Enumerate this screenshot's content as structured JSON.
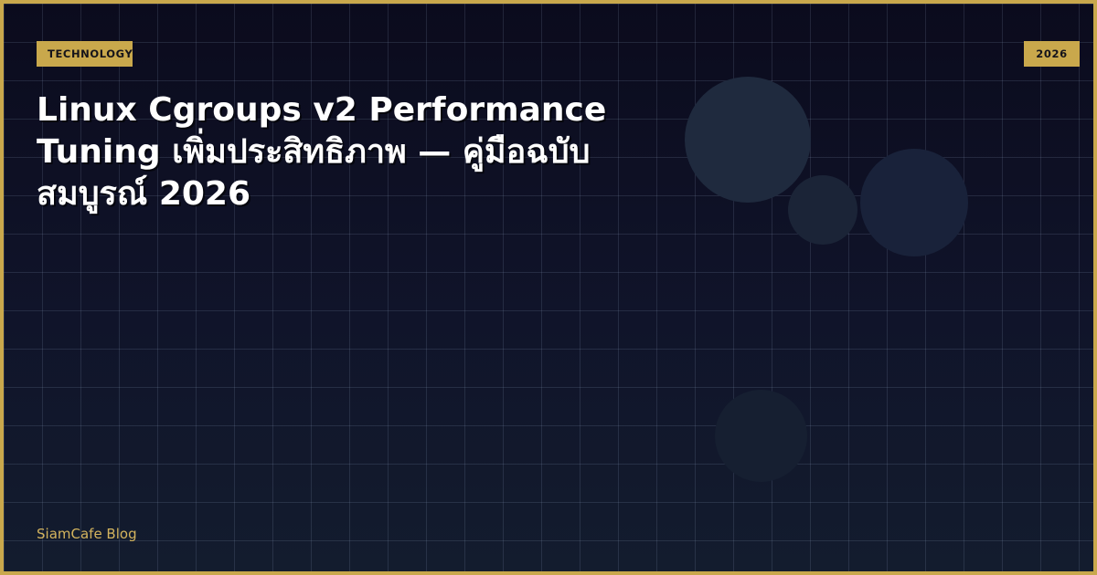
{
  "badge": {
    "category": "TECHNOLOGY",
    "year": "2026"
  },
  "title": "Linux Cgroups v2 Performance Tuning เพิ่มประสิทธิภาพ — คู่มือฉบับสมบูรณ์ 2026",
  "footer": {
    "brand": "SiamCafe Blog"
  },
  "colors": {
    "accent": "#c9a84c",
    "background_top": "#0b0b1d",
    "background_bottom": "#131c2e",
    "title": "#ffffff",
    "footer_text": "#d4b45e"
  }
}
